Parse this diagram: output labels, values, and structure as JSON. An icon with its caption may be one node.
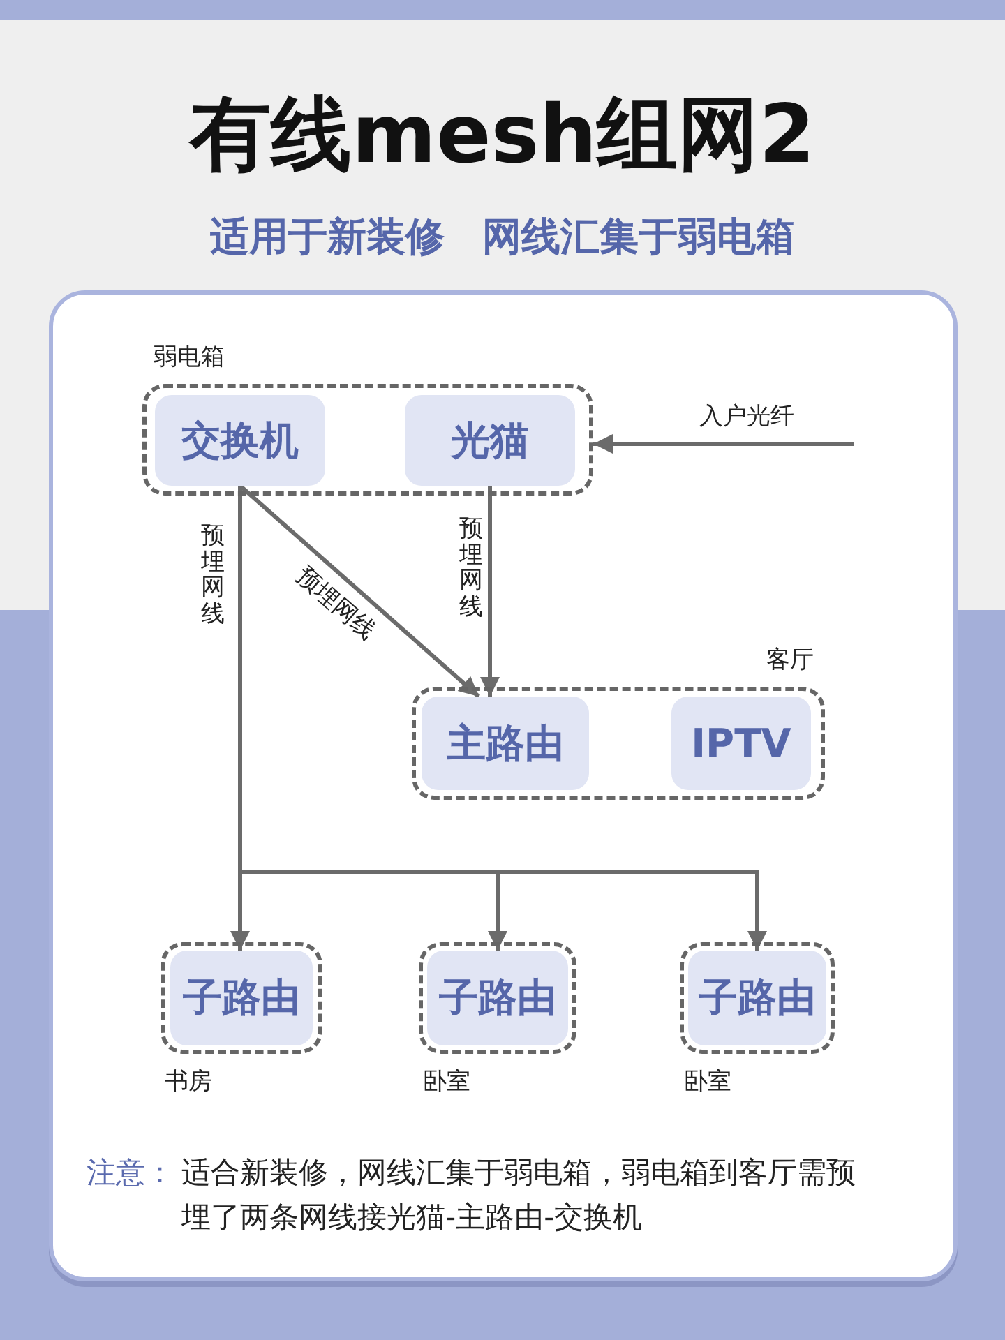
{
  "diagram": {
    "title": "有线mesh组网2",
    "nodes": [
      {
        "text": [
          "弱电箱"
        ]
      },
      {
        "text": [
          "交换机"
        ],
        "in": 0
      },
      {
        "text": [
          "光猫"
        ],
        "in": 0
      },
      {
        "text": [
          "客厅"
        ]
      },
      {
        "text": [
          "主路由"
        ],
        "in": 3
      },
      {
        "text": [
          "IPTV"
        ],
        "in": 3
      },
      {
        "text": [
          "书房"
        ]
      },
      {
        "text": [
          "子路由"
        ],
        "in": 6
      },
      {
        "text": [
          "卧室"
        ]
      },
      {
        "text": [
          "子路由"
        ],
        "in": 8
      },
      {
        "text": [
          "卧室"
        ]
      },
      {
        "text": [
          "子路由"
        ],
        "in": 10
      }
    ],
    "edges": [
      {
        "from": null,
        "to": 0,
        "arrow": "to",
        "label": "入户光纤"
      },
      {
        "from": 1,
        "to": 7,
        "arrow": "to",
        "label": "预埋网线"
      },
      {
        "from": 1,
        "to": 4,
        "arrow": "to",
        "label": "预埋网线"
      },
      {
        "from": 2,
        "to": 4,
        "arrow": "to",
        "label": "预埋网线"
      },
      {
        "from": 1,
        "to": 9,
        "arrow": "to"
      },
      {
        "from": 1,
        "to": 11,
        "arrow": "to"
      }
    ],
    "labels": [
      "适用于新装修 网线汇集于弱电箱",
      "注意：",
      "适合新装修，网线汇集于弱电箱，弱电箱到客厅需预埋了两条网线接光猫-主路由-交换机"
    ]
  }
}
